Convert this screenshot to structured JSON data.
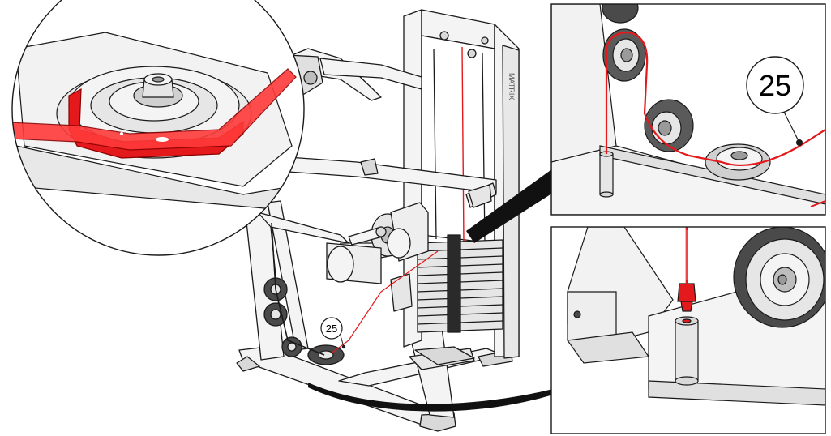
{
  "diagram": {
    "main_callout_label": "25",
    "detail_callout_label": "25",
    "frame_brand_text": "MATRIX",
    "colors": {
      "cable": "#e3191c",
      "line": "#1a1a1a",
      "frame": "#f4f4f4",
      "shade": "#d9d9d9",
      "dark_shade": "#9a9a9a",
      "background": "#ffffff"
    },
    "panels": [
      "magnified-pulley-circle",
      "detail-top-right",
      "detail-bottom-right"
    ]
  }
}
